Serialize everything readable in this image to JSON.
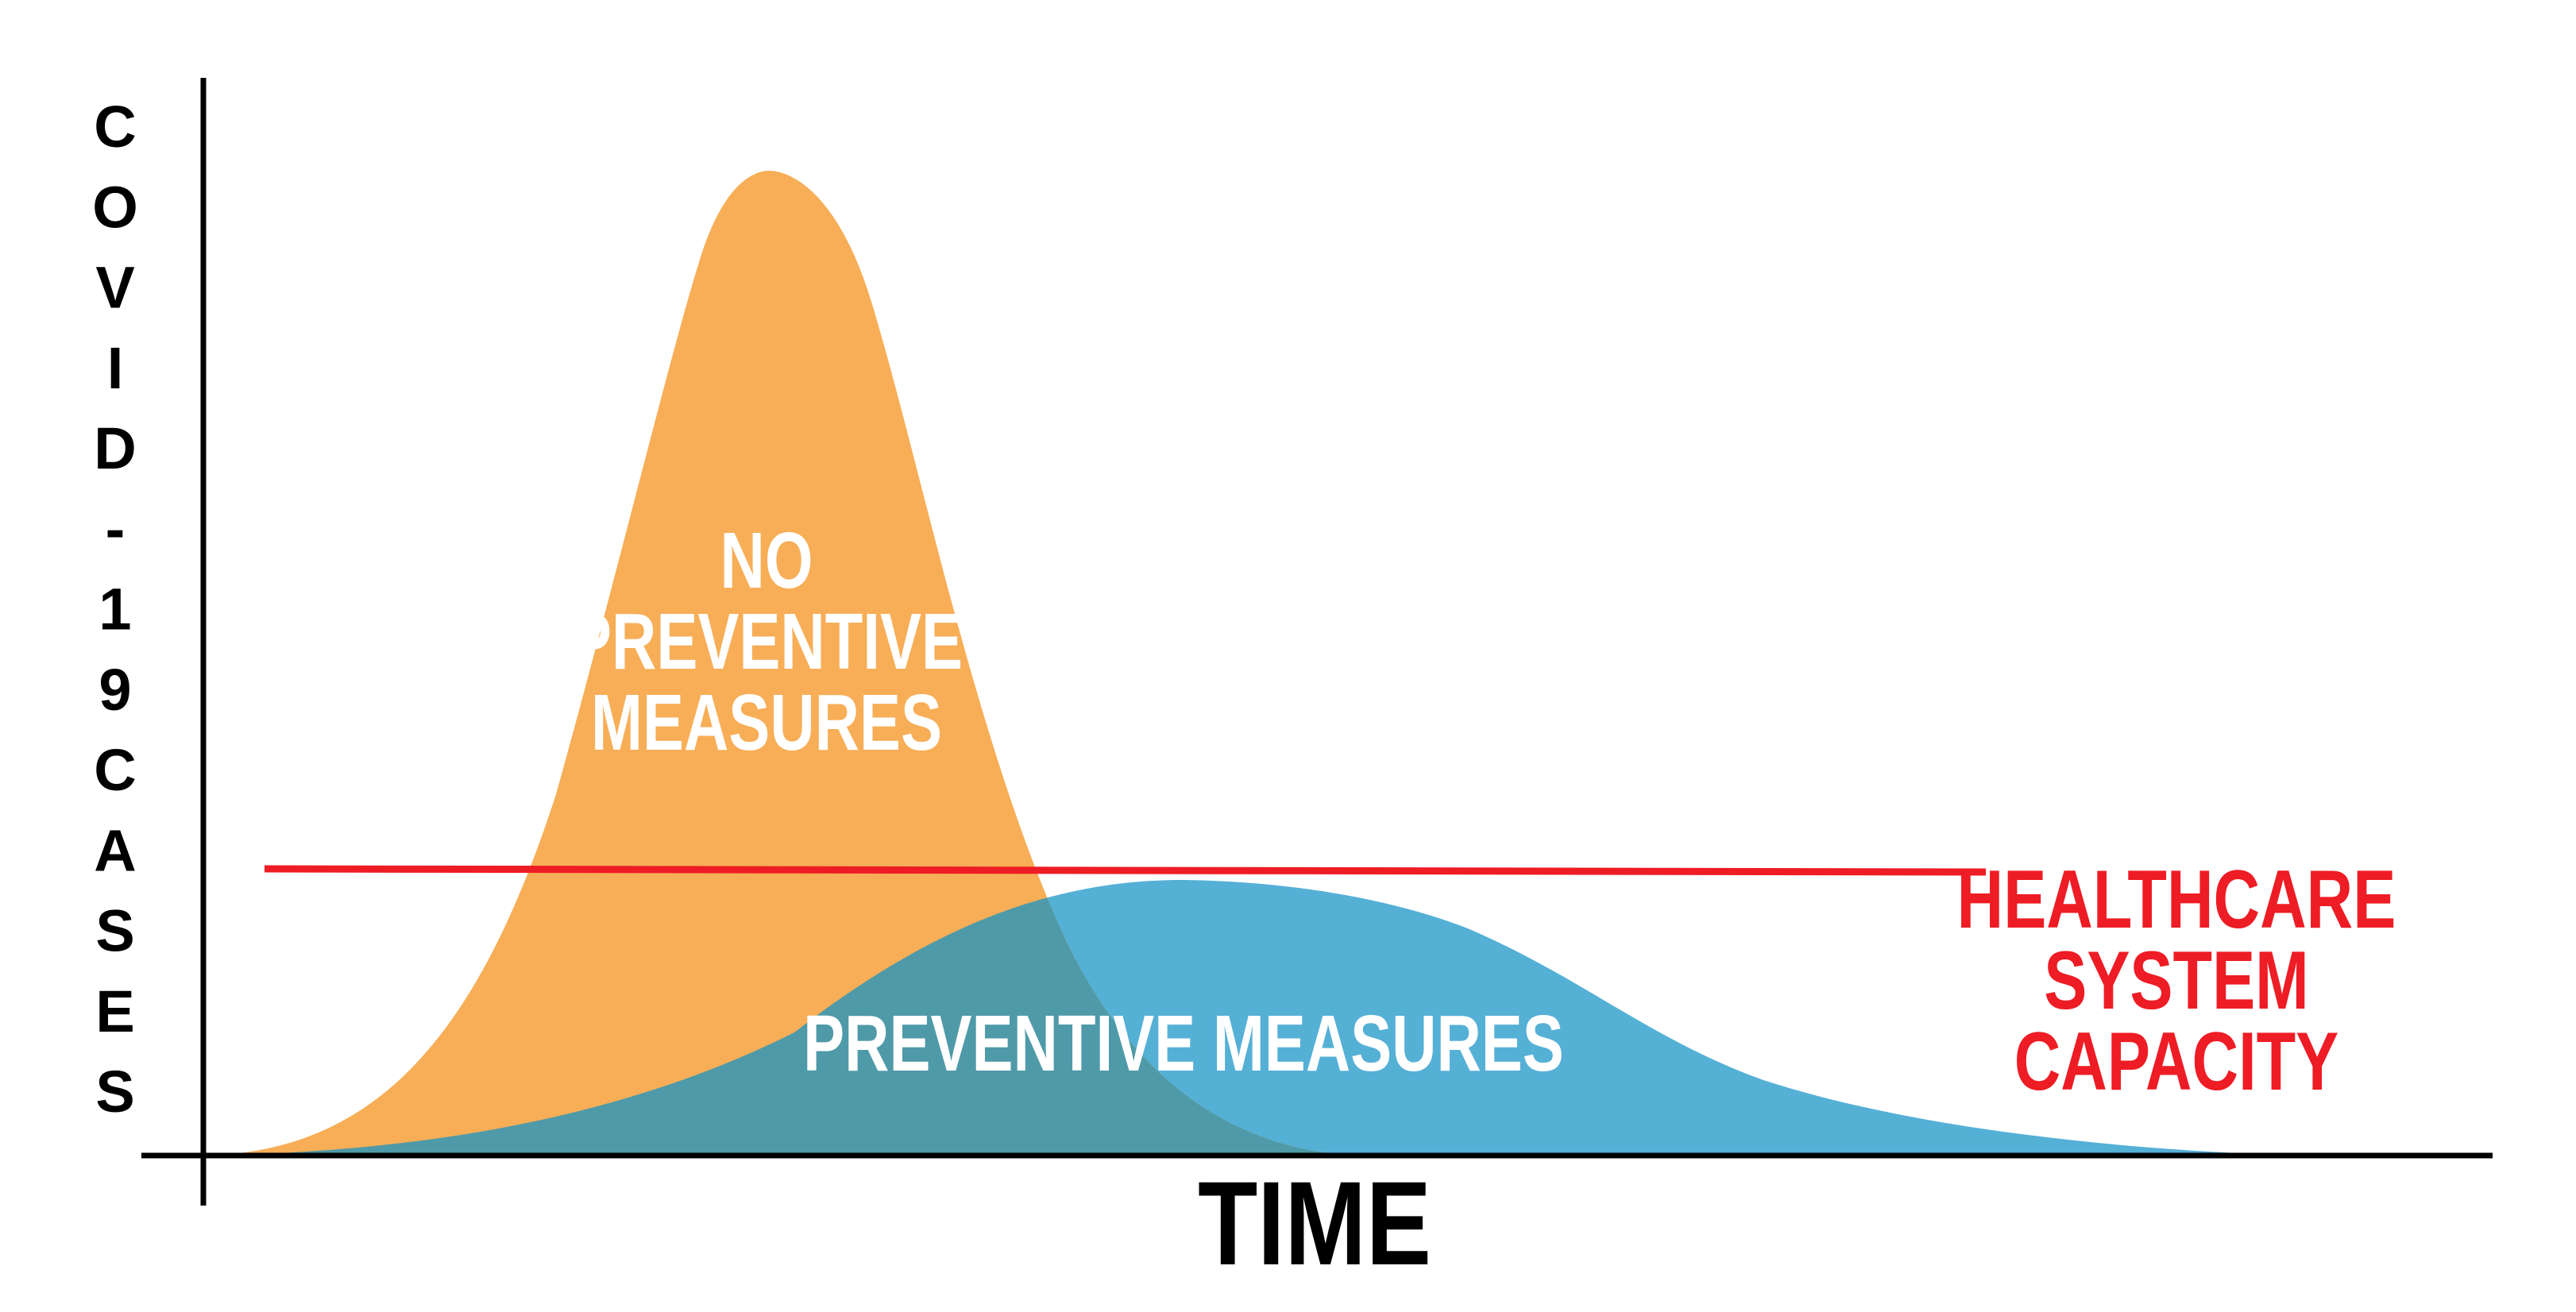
{
  "diagram": {
    "y_axis_label": "COVID-19 CASES",
    "x_axis_label": "TIME",
    "curve_no_measures": {
      "label_lines": [
        "NO",
        "PREVENTIVE",
        "MEASURES"
      ],
      "color": "#F7AE57"
    },
    "curve_measures": {
      "label": "PREVENTIVE MEASURES",
      "color": "#55B0D6"
    },
    "overlap_color": "#4F9AA8",
    "capacity": {
      "label_lines": [
        "HEALTHCARE",
        "SYSTEM",
        "CAPACITY"
      ],
      "color": "#EE1C24"
    },
    "axis_color": "#000000",
    "label_color": "#FFFFFF"
  }
}
